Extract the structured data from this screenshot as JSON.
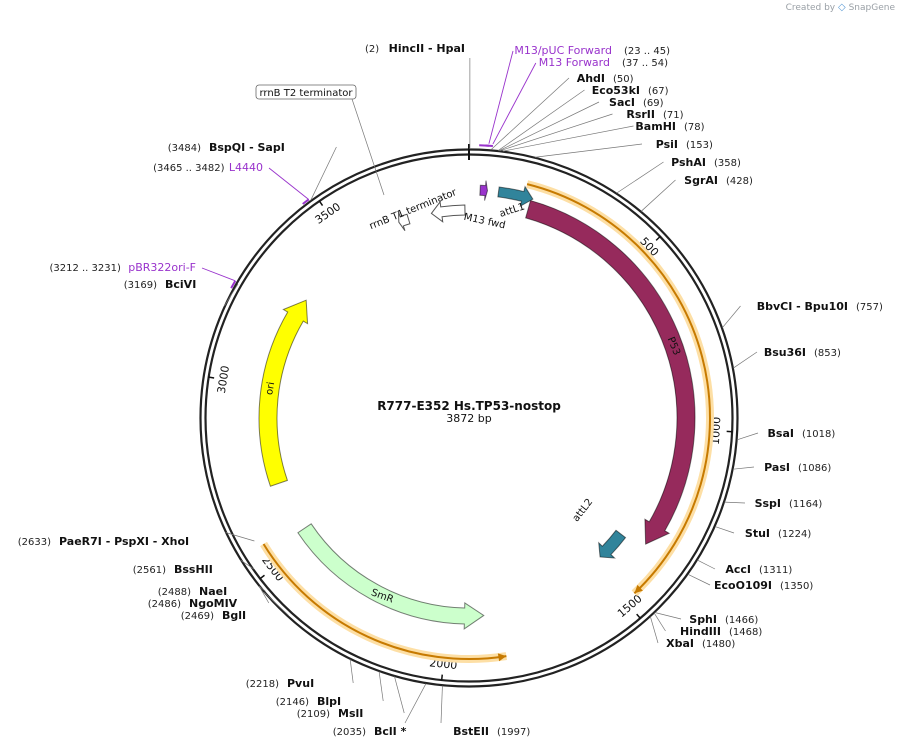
{
  "credit": {
    "prefix": "Created by",
    "brand": "SnapGene"
  },
  "plasmid": {
    "name": "R777-E352 Hs.TP53-nostop",
    "size_label": "3872 bp"
  },
  "ticks": [
    {
      "label": "500",
      "bp": 500
    },
    {
      "label": "1000",
      "bp": 1000
    },
    {
      "label": "1500",
      "bp": 1500
    },
    {
      "label": "2000",
      "bp": 2000
    },
    {
      "label": "2500",
      "bp": 2500
    },
    {
      "label": "3000",
      "bp": 3000
    },
    {
      "label": "3500",
      "bp": 3500
    }
  ],
  "sites": [
    {
      "names": "HincII  - HpaI",
      "pos": "(2)",
      "bp": 2,
      "side": "top"
    },
    {
      "names": "AhdI",
      "pos": "(50)",
      "bp": 50,
      "side": "right"
    },
    {
      "names": "Eco53kI",
      "pos": "(67)",
      "bp": 67,
      "side": "right"
    },
    {
      "names": "SacI",
      "pos": "(69)",
      "bp": 69,
      "side": "right"
    },
    {
      "names": "RsrII",
      "pos": "(71)",
      "bp": 71,
      "side": "right"
    },
    {
      "names": "BamHI",
      "pos": "(78)",
      "bp": 78,
      "side": "right"
    },
    {
      "names": "PsiI",
      "pos": "(153)",
      "bp": 153,
      "side": "right"
    },
    {
      "names": "PshAI",
      "pos": "(358)",
      "bp": 358,
      "side": "right"
    },
    {
      "names": "SgrAI",
      "pos": "(428)",
      "bp": 428,
      "side": "right"
    },
    {
      "names": "BbvCI  - Bpu10I",
      "pos": "(757)",
      "bp": 757,
      "side": "right"
    },
    {
      "names": "Bsu36I",
      "pos": "(853)",
      "bp": 853,
      "side": "right"
    },
    {
      "names": "BsaI",
      "pos": "(1018)",
      "bp": 1018,
      "side": "right"
    },
    {
      "names": "PasI",
      "pos": "(1086)",
      "bp": 1086,
      "side": "right"
    },
    {
      "names": "SspI",
      "pos": "(1164)",
      "bp": 1164,
      "side": "right"
    },
    {
      "names": "StuI",
      "pos": "(1224)",
      "bp": 1224,
      "side": "right"
    },
    {
      "names": "AccI",
      "pos": "(1311)",
      "bp": 1311,
      "side": "right"
    },
    {
      "names": "EcoO109I",
      "pos": "(1350)",
      "bp": 1350,
      "side": "right"
    },
    {
      "names": "SphI",
      "pos": "(1466)",
      "bp": 1466,
      "side": "right"
    },
    {
      "names": "HindIII",
      "pos": "(1468)",
      "bp": 1468,
      "side": "right"
    },
    {
      "names": "XbaI",
      "pos": "(1480)",
      "bp": 1480,
      "side": "right"
    },
    {
      "names": "BstEII",
      "pos": "(1997)",
      "bp": 1997,
      "side": "right"
    },
    {
      "names": "BclI *",
      "pos": "(2035)",
      "bp": 2035,
      "side": "left"
    },
    {
      "names": "MslI",
      "pos": "(2109)",
      "bp": 2109,
      "side": "left"
    },
    {
      "names": "BlpI",
      "pos": "(2146)",
      "bp": 2146,
      "side": "left"
    },
    {
      "names": "PvuI",
      "pos": "(2218)",
      "bp": 2218,
      "side": "left"
    },
    {
      "names": "BglI",
      "pos": "(2469)",
      "bp": 2469,
      "side": "left"
    },
    {
      "names": "NgoMIV",
      "pos": "(2486)",
      "bp": 2486,
      "side": "left"
    },
    {
      "names": "NaeI",
      "pos": "(2488)",
      "bp": 2488,
      "side": "left"
    },
    {
      "names": "BssHII",
      "pos": "(2561)",
      "bp": 2561,
      "side": "left"
    },
    {
      "names": "PaeR7I  - PspXI  - XhoI",
      "pos": "(2633)",
      "bp": 2633,
      "side": "left"
    },
    {
      "names": "BciVI",
      "pos": "(3169)",
      "bp": 3169,
      "side": "left"
    },
    {
      "names": "BspQI  - SapI",
      "pos": "(3484)",
      "bp": 3484,
      "side": "left"
    }
  ],
  "primers": [
    {
      "name": "M13/pUC Forward",
      "range": "(23 .. 45)",
      "start": 23,
      "end": 45,
      "side": "right"
    },
    {
      "name": "M13 Forward",
      "range": "(37 .. 54)",
      "start": 37,
      "end": 54,
      "side": "right"
    },
    {
      "name": "L4440",
      "range": "(3465 .. 3482)",
      "start": 3465,
      "end": 3482,
      "side": "left"
    },
    {
      "name": "pBR322ori-F",
      "range": "(3212 .. 3231)",
      "start": 3212,
      "end": 3231,
      "side": "left"
    }
  ],
  "features": [
    {
      "name": "P53",
      "start": 170,
      "end": 1350,
      "color": "#962a5c",
      "dir": 1,
      "kind": "cds",
      "label_in": true
    },
    {
      "name": "SmR",
      "start": 1890,
      "end": 2540,
      "color": "#ccffcc",
      "dir": -1,
      "kind": "cds",
      "label_in": true
    },
    {
      "name": "ori",
      "start": 2700,
      "end": 3290,
      "color": "#ffff00",
      "dir": 1,
      "kind": "cds",
      "label_in": true
    },
    {
      "name": "attL1",
      "start": 80,
      "end": 175,
      "color": "#31849b",
      "dir": 1,
      "kind": "small"
    },
    {
      "name": "attL2",
      "start": 1370,
      "end": 1470,
      "color": "#31849b",
      "dir": 1,
      "kind": "small"
    },
    {
      "name": "M13 fwd",
      "start": 30,
      "end": 50,
      "color": "#9933cc",
      "dir": 1,
      "kind": "small"
    },
    {
      "name": "rrnB T1 terminator",
      "start": 3760,
      "end": 3860,
      "color": "#ffffff",
      "dir": -1,
      "kind": "small"
    },
    {
      "name": "rrnB T2 terminator",
      "start": 3660,
      "end": 3690,
      "color": "#ffffff",
      "dir": -1,
      "kind": "small"
    }
  ],
  "feature_labels": {
    "attL1": "attL1",
    "m13fwd": "M13 fwd",
    "rrnB_T1": "rrnB T1 terminator",
    "rrnB_T2": "rrnB T2 terminator",
    "attL2": "attL2"
  },
  "colors": {
    "primer": "#9933cc",
    "orange_arc": "#c77a00",
    "orange_glow": "#fddfa5",
    "backbone": "#222222"
  }
}
